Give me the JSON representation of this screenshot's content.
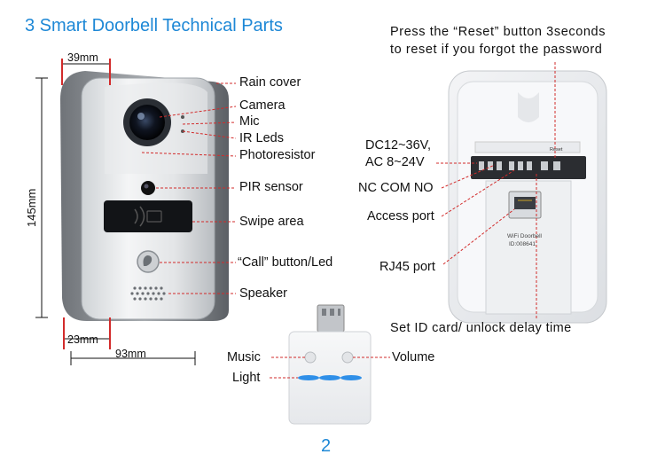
{
  "title": "3  Smart Doorbell Technical Parts",
  "dimensions": {
    "top_width": "39mm",
    "height": "145mm",
    "bottom_depth": "23mm",
    "width": "93mm"
  },
  "doorbell_labels": {
    "rain_cover": "Rain cover",
    "camera": "Camera",
    "mic": "Mic",
    "ir_leds": "IR Leds",
    "photoresistor": "Photoresistor",
    "pir_sensor": "PIR sensor",
    "swipe_area": "Swipe area",
    "call_button": "“Call” button/Led",
    "speaker": "Speaker"
  },
  "back_labels": {
    "reset_line1": "Press the “Reset” button 3seconds",
    "reset_line2": "to reset if you forgot the password",
    "power_line1": "DC12~36V,",
    "power_line2": "AC 8~24V",
    "nc_com_no": "NC COM NO",
    "access_port": "Access port",
    "rj45_port": "RJ45 port",
    "set_id": "Set ID card/ unlock delay time",
    "device_name": "WiFi Doorbell",
    "device_id": "ID:008641",
    "terminal_reset": "Reset"
  },
  "chime_labels": {
    "music": "Music",
    "volume": "Volume",
    "light": "Light"
  },
  "page_number": "2",
  "colors": {
    "title": "#1e88d6",
    "leader_line": "#d22b2b",
    "chime_light": "#2f8fe8"
  }
}
